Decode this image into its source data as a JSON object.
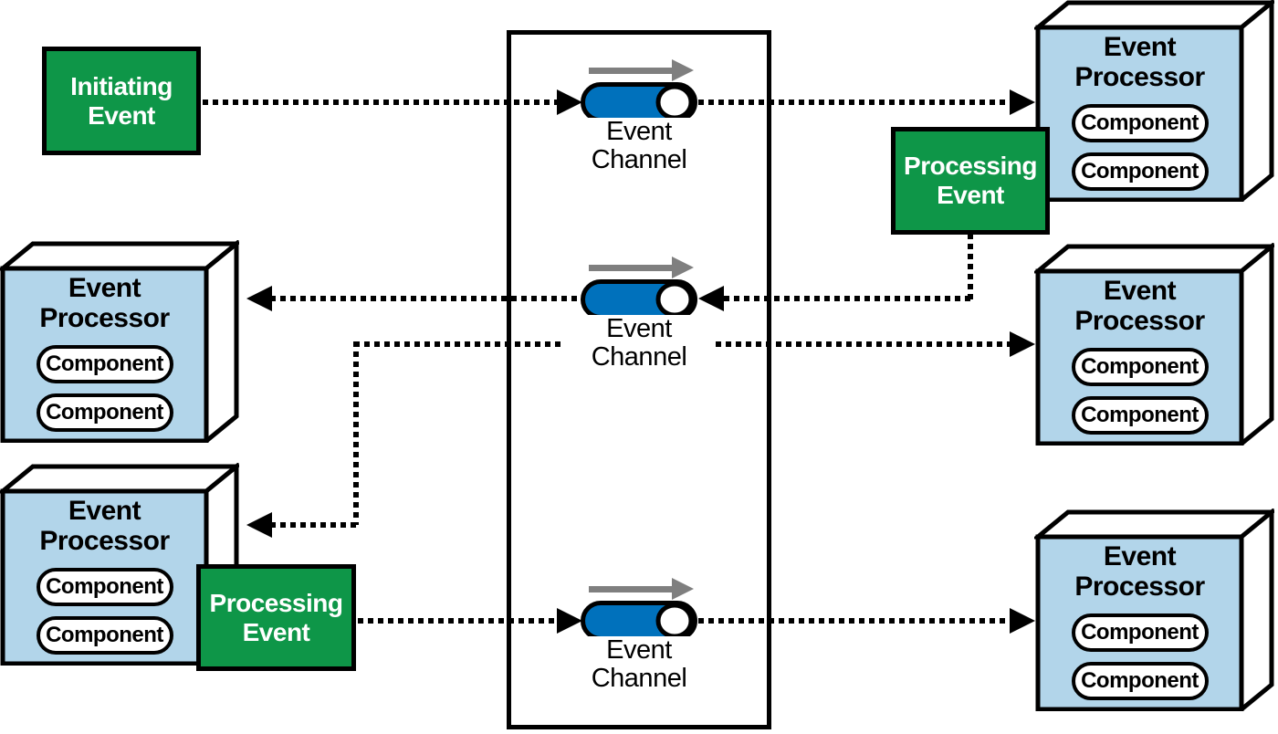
{
  "colors": {
    "event_green": "#0e9648",
    "channel_blue": "#0071bc",
    "processor_light_blue": "#b2d5ea",
    "flow_arrow_gray": "#7f7f7f",
    "outline_black": "#000000"
  },
  "nodes": {
    "initiating_event": {
      "line1": "Initiating",
      "line2": "Event"
    },
    "processing_event_top_right": {
      "line1": "Processing",
      "line2": "Event"
    },
    "processing_event_bottom_left": {
      "line1": "Processing",
      "line2": "Event"
    },
    "event_channels": [
      {
        "id": "top",
        "line1": "Event",
        "line2": "Channel"
      },
      {
        "id": "middle",
        "line1": "Event",
        "line2": "Channel"
      },
      {
        "id": "bottom",
        "line1": "Event",
        "line2": "Channel"
      }
    ],
    "event_processors": [
      {
        "id": "top-left",
        "title_line1": "Event",
        "title_line2": "Processor",
        "components": [
          "Component",
          "Component"
        ]
      },
      {
        "id": "bottom-left",
        "title_line1": "Event",
        "title_line2": "Processor",
        "components": [
          "Component",
          "Component"
        ]
      },
      {
        "id": "top-right",
        "title_line1": "Event",
        "title_line2": "Processor",
        "components": [
          "Component",
          "Component"
        ]
      },
      {
        "id": "middle-right",
        "title_line1": "Event",
        "title_line2": "Processor",
        "components": [
          "Component",
          "Component"
        ]
      },
      {
        "id": "bottom-right",
        "title_line1": "Event",
        "title_line2": "Processor",
        "components": [
          "Component",
          "Component"
        ]
      }
    ]
  }
}
